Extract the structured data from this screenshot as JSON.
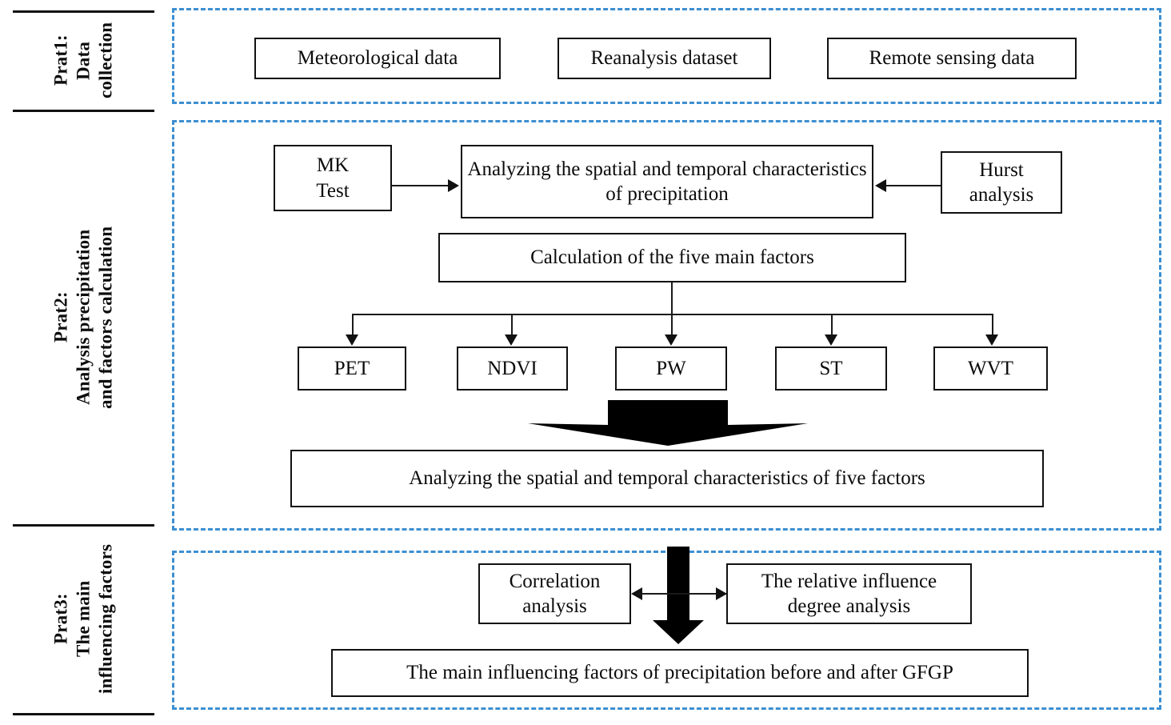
{
  "figure": {
    "kind": "flowchart",
    "accent_dashed_color": "#3d8fd1",
    "line_color": "#111111",
    "background": "#ffffff"
  },
  "stages": [
    {
      "id": "part1",
      "label": "Prat1:\nData\ncollection"
    },
    {
      "id": "part2",
      "label": "Prat2:\nAnalysis precipitation\nand factors calculation"
    },
    {
      "id": "part3",
      "label": "Prat3:\nThe main\ninfluencing factors"
    }
  ],
  "part1": {
    "boxes": [
      {
        "id": "meteorological-data",
        "text": "Meteorological data"
      },
      {
        "id": "reanalysis-dataset",
        "text": "Reanalysis dataset"
      },
      {
        "id": "remote-sensing-data",
        "text": "Remote sensing data"
      }
    ]
  },
  "part2": {
    "mk_test": "MK\nTest",
    "hurst_analysis": "Hurst\nanalysis",
    "precip_characteristics": "Analyzing the spatial and temporal characteristics of precipitation",
    "calculation": "Calculation of the five main factors",
    "factors": [
      {
        "id": "pet",
        "text": "PET"
      },
      {
        "id": "ndvi",
        "text": "NDVI"
      },
      {
        "id": "pw",
        "text": "PW"
      },
      {
        "id": "st",
        "text": "ST"
      },
      {
        "id": "wvt",
        "text": "WVT"
      }
    ],
    "five_factor_characteristics": "Analyzing the spatial and temporal characteristics of five factors"
  },
  "part3": {
    "correlation_analysis": "Correlation\nanalysis",
    "relative_influence": "The relative influence\ndegree analysis",
    "conclusion": "The main influencing factors of precipitation before and after GFGP"
  }
}
